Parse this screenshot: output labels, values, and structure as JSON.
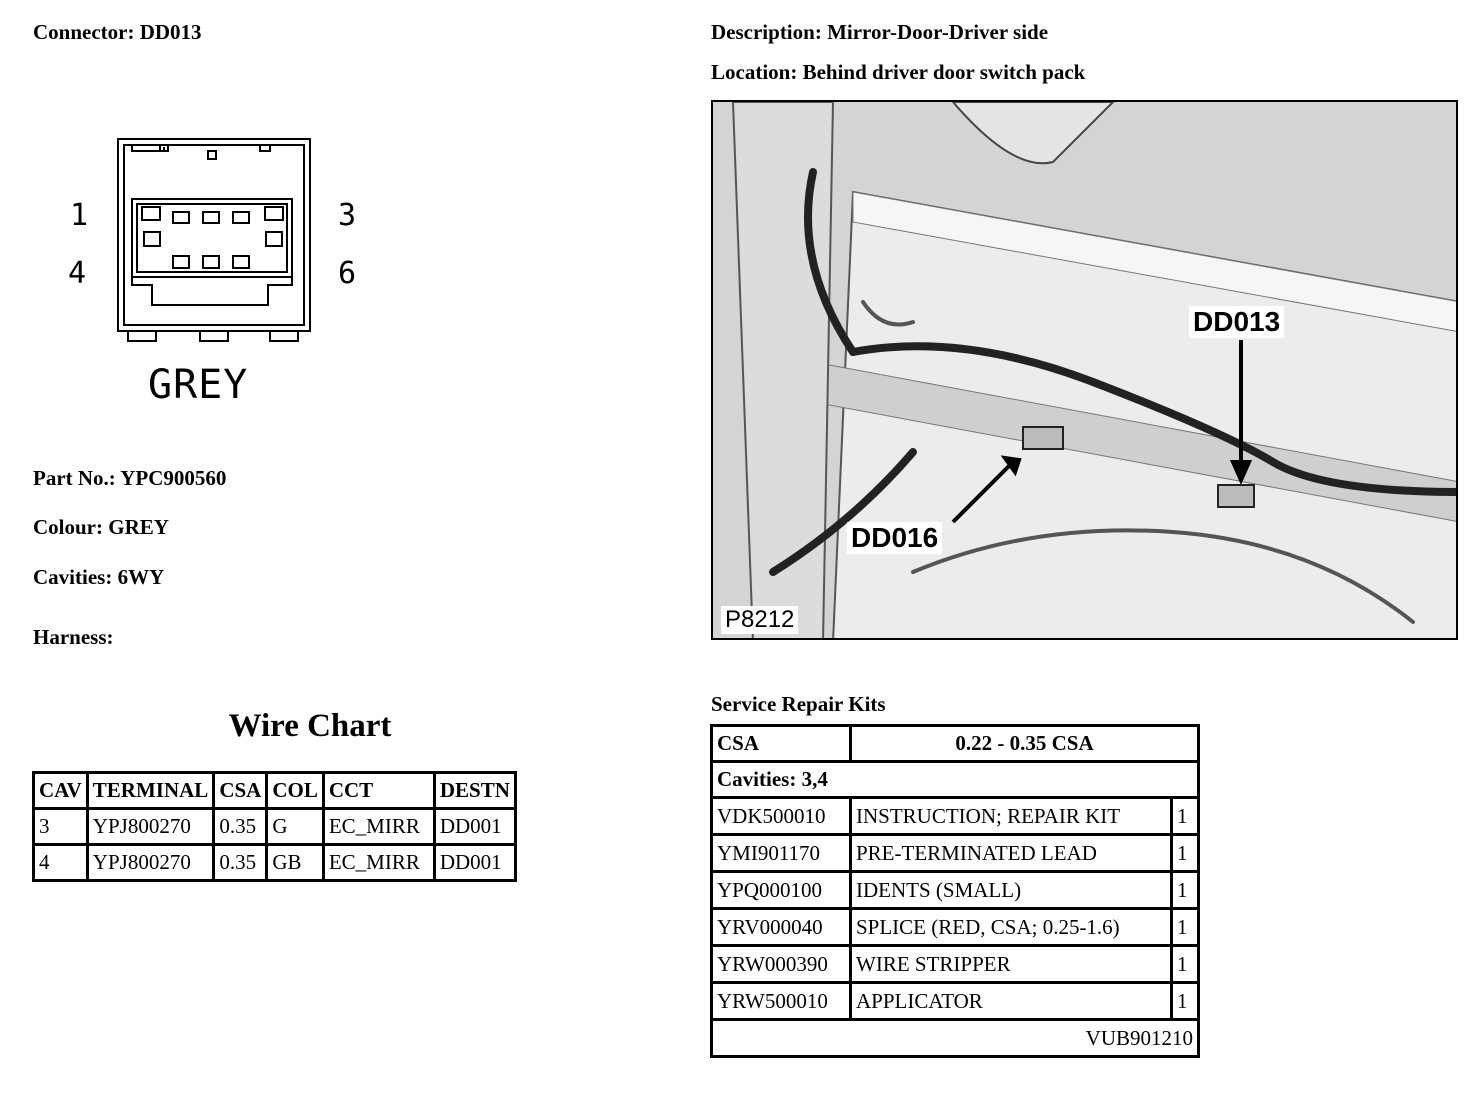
{
  "header": {
    "connector_label": "Connector: DD013",
    "description_label": "Description: Mirror-Door-Driver side",
    "location_label": "Location: Behind driver door switch pack"
  },
  "connector": {
    "pin_labels": [
      "1",
      "3",
      "4",
      "6"
    ],
    "colour_caption": "GREY"
  },
  "details": {
    "part_no": "Part No.: YPC900560",
    "colour": "Colour: GREY",
    "cavities": "Cavities: 6WY",
    "harness": "Harness:"
  },
  "photo": {
    "callout_1": "DD013",
    "callout_2": "DD016",
    "ref": "P8212"
  },
  "wire_chart": {
    "title": "Wire Chart",
    "headers": [
      "CAV",
      "TERMINAL",
      "CSA",
      "COL",
      "CCT",
      "DESTN"
    ],
    "rows": [
      [
        "3",
        "YPJ800270",
        "0.35",
        "G",
        "EC_MIRR",
        "DD001"
      ],
      [
        "4",
        "YPJ800270",
        "0.35",
        "GB",
        "EC_MIRR",
        "DD001"
      ]
    ]
  },
  "repair_kits": {
    "title": "Service Repair Kits",
    "csa_label": "CSA",
    "csa_value": "0.22 - 0.35 CSA",
    "cavities": "Cavities: 3,4",
    "items": [
      [
        "VDK500010",
        "INSTRUCTION; REPAIR KIT",
        "1"
      ],
      [
        "YMI901170",
        "PRE-TERMINATED LEAD",
        "1"
      ],
      [
        "YPQ000100",
        "IDENTS (SMALL)",
        "1"
      ],
      [
        "YRV000040",
        "SPLICE (RED, CSA; 0.25-1.6)",
        "1"
      ],
      [
        "YRW000390",
        "WIRE STRIPPER",
        "1"
      ],
      [
        "YRW500010",
        "APPLICATOR",
        "1"
      ]
    ],
    "kit_number": "VUB901210"
  }
}
